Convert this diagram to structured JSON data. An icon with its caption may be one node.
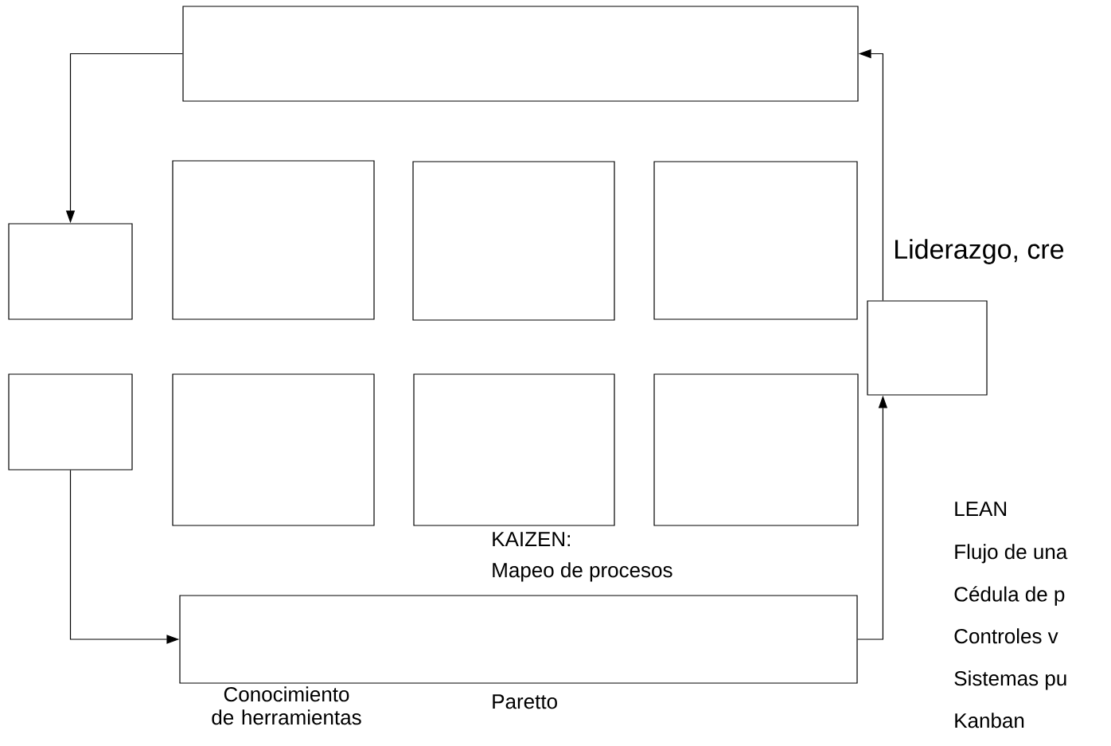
{
  "diagram": {
    "nodes": [
      {
        "text": [],
        "shape": "box"
      },
      {
        "text": [],
        "shape": "box"
      },
      {
        "text": [],
        "shape": "box"
      },
      {
        "text": [],
        "shape": "box"
      },
      {
        "text": [],
        "shape": "box"
      },
      {
        "text": [],
        "shape": "box"
      },
      {
        "text": [],
        "shape": "box"
      },
      {
        "text": [],
        "shape": "box"
      },
      {
        "text": [],
        "shape": "box"
      },
      {
        "text": [],
        "shape": "box"
      },
      {
        "text": [],
        "shape": "box"
      }
    ],
    "edges": [
      {
        "from": 0,
        "to": 1,
        "arrow": "to"
      },
      {
        "from": 6,
        "to": 10,
        "arrow": "to"
      },
      {
        "from": 10,
        "to": 5,
        "arrow": "to"
      },
      {
        "from": 5,
        "to": 0,
        "arrow": "to"
      }
    ],
    "labels": [
      "Liderazgo, cre",
      "KAIZEN:",
      "Mapeo de procesos",
      "Conocimiento de herramientas",
      "Paretto",
      "LEAN",
      "Flujo de una",
      "Cédula de p",
      "Controles v",
      "Sistemas pu",
      "Kanban"
    ]
  }
}
